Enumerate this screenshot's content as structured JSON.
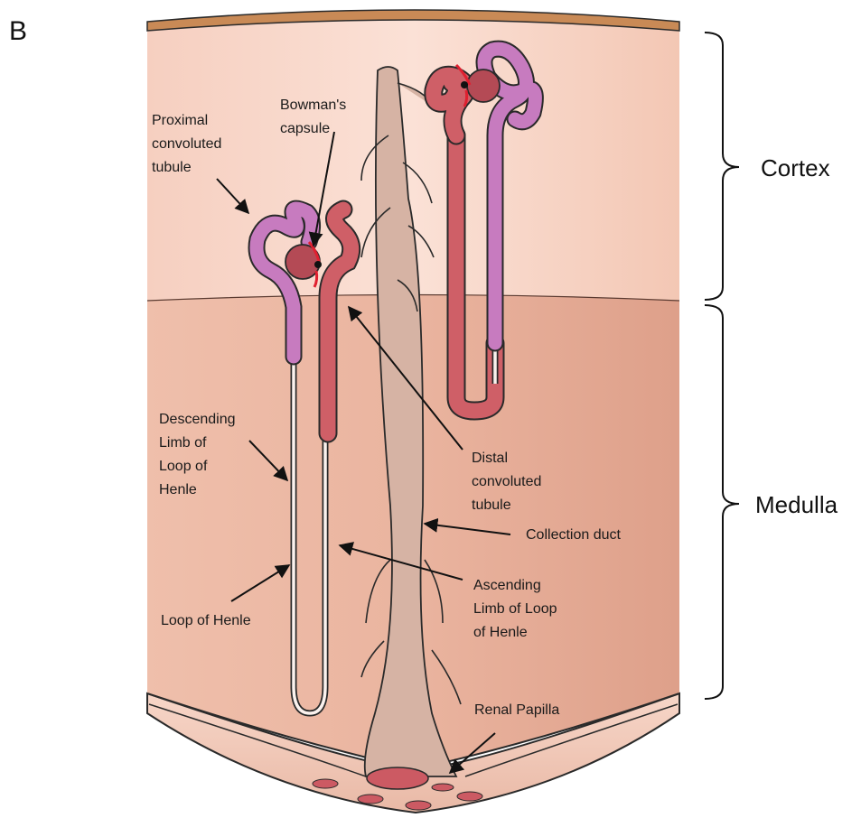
{
  "panel_label": "B",
  "regions": {
    "cortex": "Cortex",
    "medulla": "Medulla"
  },
  "labels": {
    "proximal": [
      "Proximal",
      "convoluted",
      "tubule"
    ],
    "bowman": [
      "Bowman's",
      "capsule"
    ],
    "descending": [
      "Descending",
      "Limb of",
      "Loop of",
      "Henle"
    ],
    "distal": [
      "Distal",
      "convoluted",
      "tubule"
    ],
    "collection": [
      "Collection duct"
    ],
    "ascending": [
      "Ascending",
      "Limb of Loop",
      "of Henle"
    ],
    "loop": [
      "Loop of Henle"
    ],
    "papilla": [
      "Renal Papilla"
    ]
  },
  "colors": {
    "cortex": "#f7d4c6",
    "medulla": "#e8b19d",
    "capsule_rim": "#c98a56",
    "duct": "#d3ad9e",
    "proximal": "#c77bbf",
    "distal": "#cf5f67",
    "glomerulus": "#b44a55",
    "vessel": "#e02030"
  }
}
